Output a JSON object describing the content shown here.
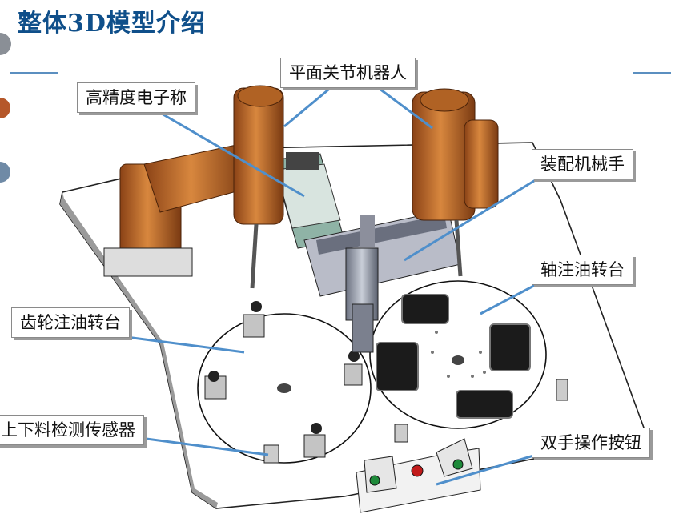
{
  "page": {
    "title": "整体3D模型介绍"
  },
  "callouts": {
    "scale": "高精度电子称",
    "scara": "平面关节机器人",
    "gripper": "装配机械手",
    "shaft_table": "轴注油转台",
    "gear_table": "齿轮注油转台",
    "sensor": "上下料检测传感器",
    "buttons": "双手操作按钮"
  },
  "colors": {
    "title": "#0f4f8a",
    "leader": "#4f8fcb",
    "robot": "#c8722a",
    "plate": "#ffffff"
  }
}
